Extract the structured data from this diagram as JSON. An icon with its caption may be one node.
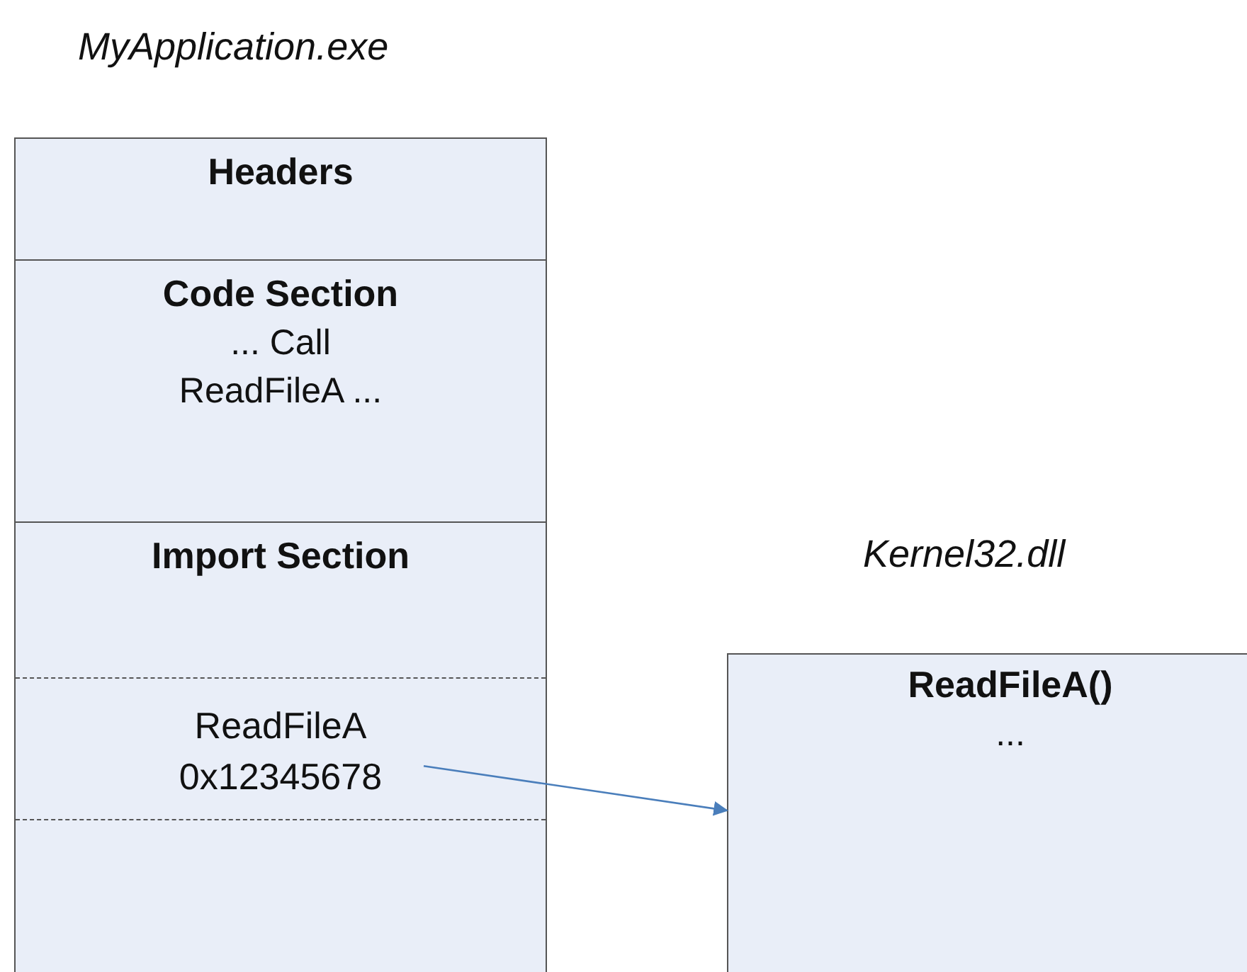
{
  "diagram": {
    "nodes": [
      {
        "text": [
          "MyApplication.exe"
        ]
      },
      {
        "text": [
          "Headers"
        ],
        "in": 0
      },
      {
        "text": [
          "Code Section",
          "... Call ReadFileA ..."
        ],
        "in": 0
      },
      {
        "text": [
          "Import Section"
        ],
        "in": 0
      },
      {
        "text": [
          "ReadFileA 0x12345678"
        ],
        "in": 3
      },
      {
        "text": [
          "Kernel32.dll",
          "ReadFileA()",
          "..."
        ]
      }
    ],
    "edges": [
      {
        "from": 4,
        "to": 5,
        "arrow": "to",
        "color": "#4a7ebb"
      }
    ]
  }
}
